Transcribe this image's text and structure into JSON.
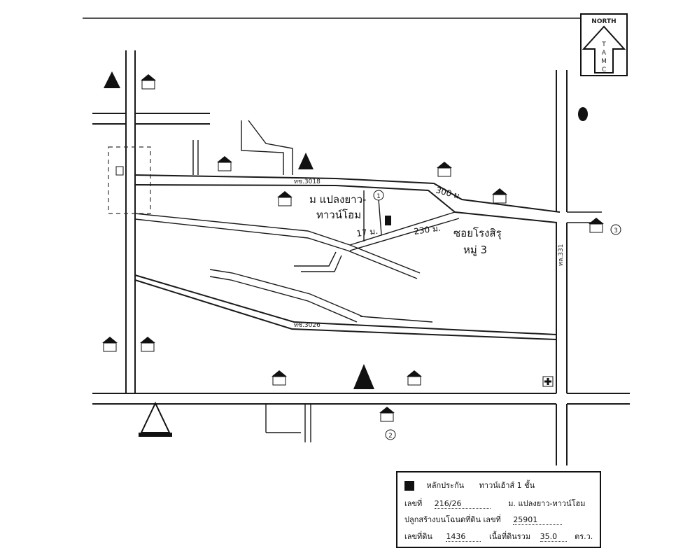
{
  "map": {
    "north_label": "NORTH",
    "project_label_line1": "ม แปลงยาว-",
    "project_label_line2": "ทาวน์โฮม",
    "soi_label": "ซอยโรงสิรุ",
    "moo_label": "หมู่ 3",
    "dist_17": "17 ม.",
    "dist_230": "230 ม.",
    "dist_300": "300 ม.",
    "road_3018": "ทช.3018",
    "road_3026": "ทช.3026",
    "road_331": "ทล.331",
    "marker_1": "1",
    "marker_2": "2",
    "marker_3": "3"
  },
  "legend": {
    "title": "หลักประกัน",
    "type": "ทาวน์เฮ้าส์ 1 ชั้น",
    "number_label": "เลขที่",
    "number_value": "216/26",
    "village_label": "ม. แปลงยาว-ทาวน์โฮม",
    "deed_label": "ปลูกสร้างบนโฉนดที่ดิน เลขที่",
    "deed_value": "25901",
    "land_no_label": "เลขที่ดิน",
    "land_no_value": "1436",
    "area_label": "เนื้อที่ดินรวม",
    "area_value": "35.0",
    "area_unit": "ตร.ว."
  }
}
